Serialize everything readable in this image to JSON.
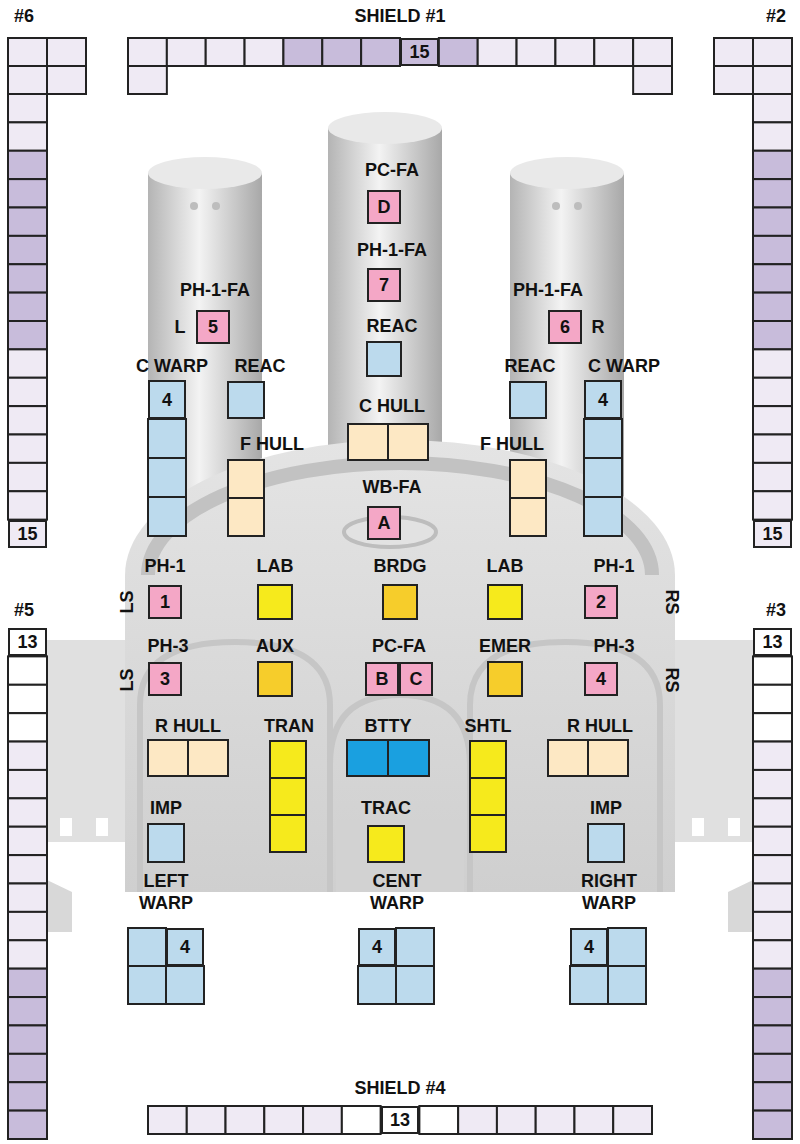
{
  "diagram": {
    "nodes": [
      {
        "text": [
          "15"
        ]
      },
      {
        "text": [
          "15"
        ]
      },
      {
        "text": [
          "15"
        ]
      },
      {
        "text": [
          "D"
        ]
      },
      {
        "text": [
          "7"
        ]
      },
      {
        "text": [
          "5"
        ]
      },
      {
        "text": [
          "6"
        ]
      },
      {
        "text": [
          "4"
        ]
      },
      {
        "text": [
          "4"
        ]
      },
      {
        "text": [
          "A"
        ]
      },
      {
        "text": [
          "1"
        ]
      },
      {
        "text": [
          "2"
        ]
      },
      {
        "text": [
          "3"
        ]
      },
      {
        "text": [
          "B"
        ]
      },
      {
        "text": [
          "C"
        ]
      },
      {
        "text": [
          "4"
        ]
      },
      {
        "text": [
          "13"
        ]
      },
      {
        "text": [
          "13"
        ]
      },
      {
        "text": [
          "4"
        ]
      },
      {
        "text": [
          "4"
        ]
      },
      {
        "text": [
          "4"
        ]
      },
      {
        "text": [
          "13"
        ]
      }
    ],
    "labels": [
      "SHIELD #1",
      "#6",
      "#2",
      "PC-FA",
      "PH-1-FA",
      "PH-1-FA",
      "PH-1-FA",
      "L",
      "R",
      "REAC",
      "C WARP",
      "REAC",
      "REAC",
      "C WARP",
      "C HULL",
      "F HULL",
      "F HULL",
      "WB-FA",
      "PH-1",
      "LAB",
      "BRDG",
      "LAB",
      "PH-1",
      "LS",
      "RS",
      "#5",
      "#3",
      "PH-3",
      "AUX",
      "PC-FA",
      "EMER",
      "PH-3",
      "LS",
      "RS",
      "R HULL",
      "TRAN",
      "BTTY",
      "SHTL",
      "R HULL",
      "IMP",
      "TRAC",
      "IMP",
      "LEFT WARP",
      "CENT WARP",
      "RIGHT WARP",
      "SHIELD #4"
    ]
  }
}
